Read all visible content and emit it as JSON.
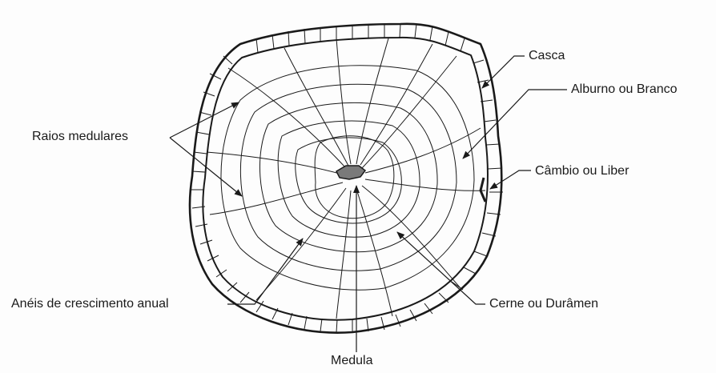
{
  "labels": {
    "casca": "Casca",
    "alburno": "Alburno ou Branco",
    "raios": "Raios medulares",
    "cambio": "Câmbio ou Liber",
    "aneis": "Anéis de crescimento anual",
    "cerne": "Cerne ou Durâmen",
    "medula": "Medula"
  },
  "colors": {
    "ink": "#1a1a1a",
    "pith_fill": "#7a7a7a",
    "background": "#fdfdfd"
  }
}
